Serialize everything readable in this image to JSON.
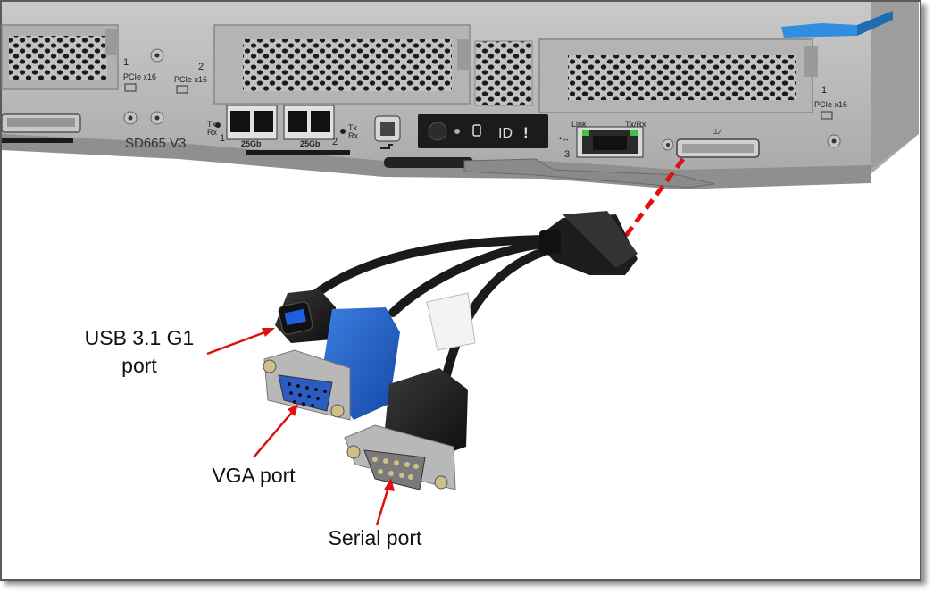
{
  "server": {
    "model": "SD665 V3",
    "pcie_slot_left_a": {
      "number": "1",
      "label": "PCIe x16"
    },
    "pcie_slot_left_b": {
      "number": "2",
      "label": "PCIe x16"
    },
    "pcie_slot_right": {
      "number": "1",
      "label": "PCIe x16"
    },
    "sfp_port_1": {
      "number": "1",
      "speed": "25Gb"
    },
    "sfp_port_2": {
      "number": "2",
      "speed": "25Gb"
    },
    "txrx_left": "Tx\nRx",
    "txrx_right": "Tx\nRx",
    "id_panel": {
      "id_text": "ID",
      "alert": "!"
    },
    "rj45": {
      "link_label": "Link",
      "txrx_label": "Tx/Rx",
      "port_number": "3"
    }
  },
  "callouts": [
    {
      "id": "usb",
      "line1": "USB 3.1 G1",
      "line2": "port"
    },
    {
      "id": "vga",
      "line1": "VGA port"
    },
    {
      "id": "serial",
      "line1": "Serial port"
    }
  ],
  "colors": {
    "chassis": "#b7b7b7",
    "chassis_dark": "#8f8f8f",
    "arrow": "#e01010",
    "vga_blue": "#1e5fc8",
    "cable": "#1a1a1a",
    "tab_blue": "#2f8ee0"
  },
  "icons": [
    "usb-icon",
    "network-icon",
    "hdd-icon",
    "service-icon"
  ]
}
